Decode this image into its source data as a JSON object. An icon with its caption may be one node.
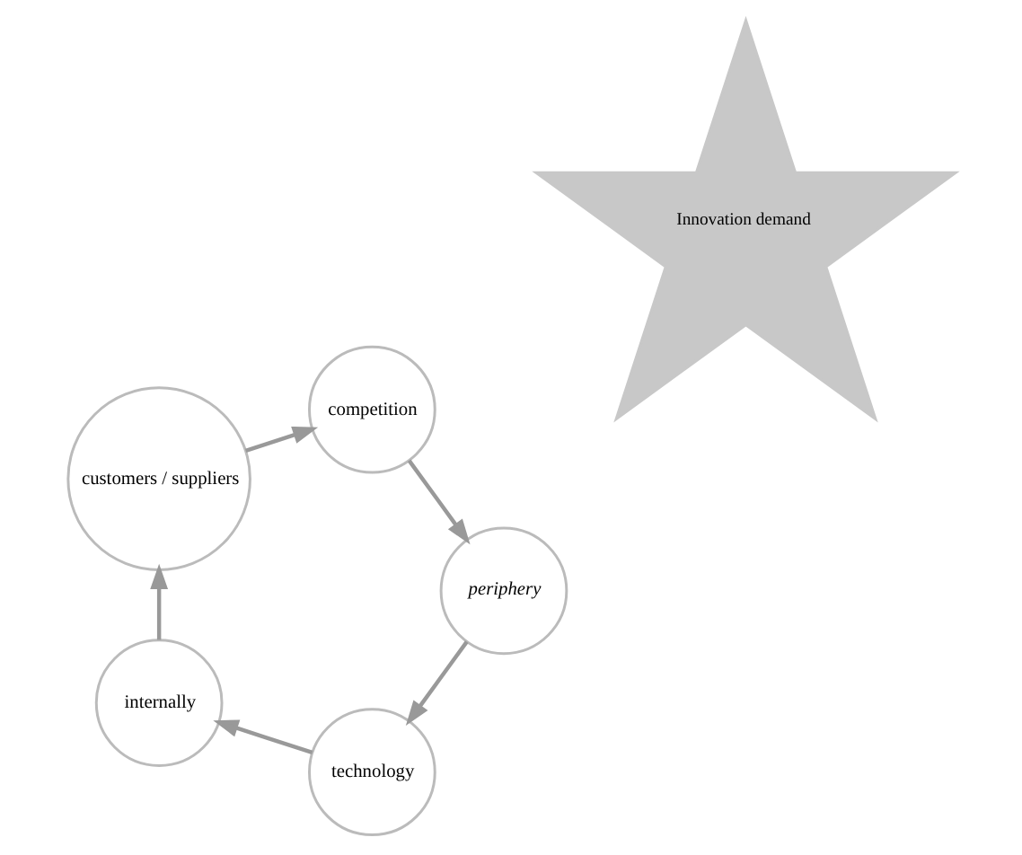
{
  "diagram": {
    "nodes": [
      {
        "text": [
          "Innovation demand"
        ]
      },
      {
        "text": [
          "technology"
        ]
      },
      {
        "text": [
          "internally"
        ]
      },
      {
        "text": [
          "customers / suppliers"
        ]
      },
      {
        "text": [
          "competition"
        ]
      },
      {
        "text": [
          "periphery"
        ]
      }
    ],
    "edges": [
      {
        "from": 5,
        "to": 1,
        "arrow": "to"
      },
      {
        "from": 1,
        "to": 2,
        "arrow": "to"
      },
      {
        "from": 2,
        "to": 3,
        "arrow": "to"
      },
      {
        "from": 3,
        "to": 4,
        "arrow": "to"
      },
      {
        "from": 4,
        "to": 5,
        "arrow": "to"
      }
    ]
  }
}
